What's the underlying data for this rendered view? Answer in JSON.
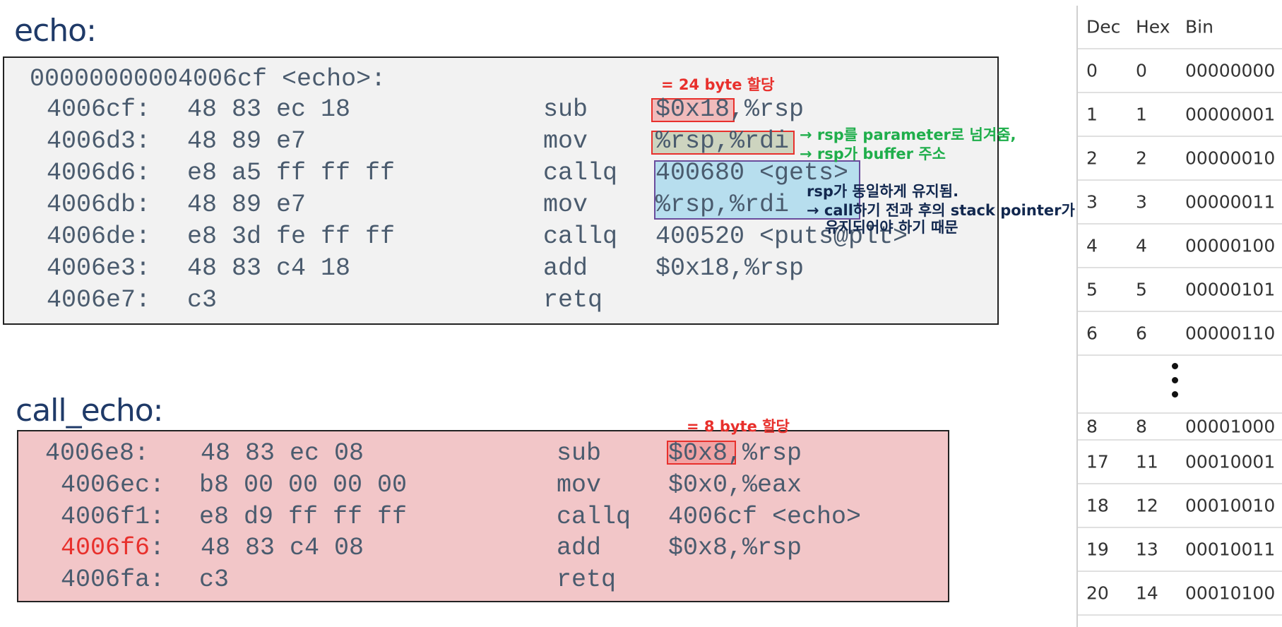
{
  "echo": {
    "title": "echo:",
    "header": "00000000004006cf <echo>:",
    "rows": [
      {
        "addr": "4006cf:",
        "bytes": "48 83 ec 18",
        "op": "sub",
        "arg": "$0x18,%rsp"
      },
      {
        "addr": "4006d3:",
        "bytes": "48 89 e7",
        "op": "mov",
        "arg": "%rsp,%rdi"
      },
      {
        "addr": "4006d6:",
        "bytes": "e8 a5 ff ff ff",
        "op": "callq",
        "arg": "400680 <gets>"
      },
      {
        "addr": "4006db:",
        "bytes": "48 89 e7",
        "op": "mov",
        "arg": "%rsp,%rdi"
      },
      {
        "addr": "4006de:",
        "bytes": "e8 3d fe ff ff",
        "op": "callq",
        "arg": "400520 <puts@plt>"
      },
      {
        "addr": "4006e3:",
        "bytes": "48 83 c4 18",
        "op": "add",
        "arg": "$0x18,%rsp"
      },
      {
        "addr": "4006e7:",
        "bytes": "c3",
        "op": "retq",
        "arg": ""
      }
    ],
    "annotations": {
      "alloc": "= 24 byte 할당",
      "param1": "→ rsp를 parameter로 넘겨줌,",
      "param2": "→ rsp가 buffer 주소",
      "keep1": "rsp가 동일하게 유지됨.",
      "keep2": "→ call하기 전과 후의 stack pointer가",
      "keep3": "유지되어야 하기 때문"
    }
  },
  "call_echo": {
    "title": "call_echo:",
    "rows": [
      {
        "addr": "4006e8:",
        "bytes": "48 83 ec 08",
        "op": "sub",
        "arg": "$0x8,%rsp"
      },
      {
        "addr": "4006ec:",
        "bytes": "b8 00 00 00 00",
        "op": "mov",
        "arg": "$0x0,%eax"
      },
      {
        "addr": "4006f1:",
        "bytes": "e8 d9 ff ff ff",
        "op": "callq",
        "arg": "4006cf <echo>"
      },
      {
        "addr": "4006f6",
        "addr_suffix": ":",
        "bytes": "48 83 c4 08",
        "op": "add",
        "arg": "$0x8,%rsp"
      },
      {
        "addr": "4006fa:",
        "bytes": "c3",
        "op": "retq",
        "arg": ""
      }
    ],
    "annotations": {
      "alloc": "= 8 byte 할당"
    }
  },
  "table": {
    "headers": [
      "Dec",
      "Hex",
      "Bin"
    ],
    "rows": [
      [
        "0",
        "0",
        "00000000"
      ],
      [
        "1",
        "1",
        "00000001"
      ],
      [
        "2",
        "2",
        "00000010"
      ],
      [
        "3",
        "3",
        "00000011"
      ],
      [
        "4",
        "4",
        "00000100"
      ],
      [
        "5",
        "5",
        "00000101"
      ],
      [
        "6",
        "6",
        "00000110"
      ],
      [
        "8",
        "8",
        "00001000"
      ],
      [
        "17",
        "11",
        "00010001"
      ],
      [
        "18",
        "12",
        "00010010"
      ],
      [
        "19",
        "13",
        "00010011"
      ],
      [
        "20",
        "14",
        "00010100"
      ]
    ]
  },
  "colors": {
    "title": "#1f3a68",
    "code_text": "#4a5b6e",
    "highlight_red": "#e8302c",
    "annotation_green": "#1fae4b",
    "annotation_navy": "#12284f",
    "echo_bg": "#f2f2f2",
    "call_echo_bg": "#f2c6c8"
  }
}
